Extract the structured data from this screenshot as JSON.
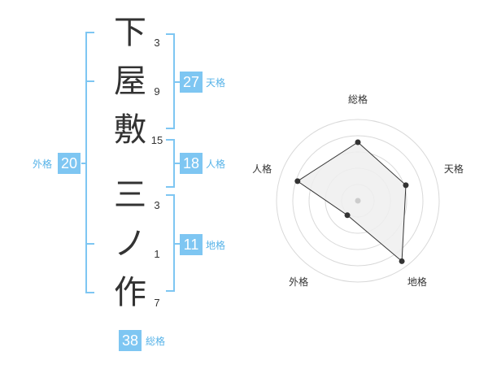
{
  "surname": [
    {
      "char": "下",
      "strokes": "3"
    },
    {
      "char": "屋",
      "strokes": "9"
    },
    {
      "char": "敷",
      "strokes": "15"
    }
  ],
  "given": [
    {
      "char": "三",
      "strokes": "3"
    },
    {
      "char": "ノ",
      "strokes": "1"
    },
    {
      "char": "作",
      "strokes": "7"
    }
  ],
  "kakusu": {
    "tenkaku": {
      "value": "27",
      "label": "天格"
    },
    "jinkaku": {
      "value": "18",
      "label": "人格"
    },
    "chikaku": {
      "value": "11",
      "label": "地格"
    },
    "gaikaku": {
      "value": "20",
      "label": "外格"
    },
    "soukaku": {
      "value": "38",
      "label": "総格"
    }
  },
  "radar": {
    "axes": [
      "総格",
      "天格",
      "地格",
      "外格",
      "人格"
    ],
    "values": [
      0.72,
      0.62,
      0.92,
      0.22,
      0.78
    ],
    "colors": {
      "line": "#333333",
      "fill": "#efefef",
      "grid": "#d9d9d9",
      "accent": "#7ec6f2"
    }
  }
}
